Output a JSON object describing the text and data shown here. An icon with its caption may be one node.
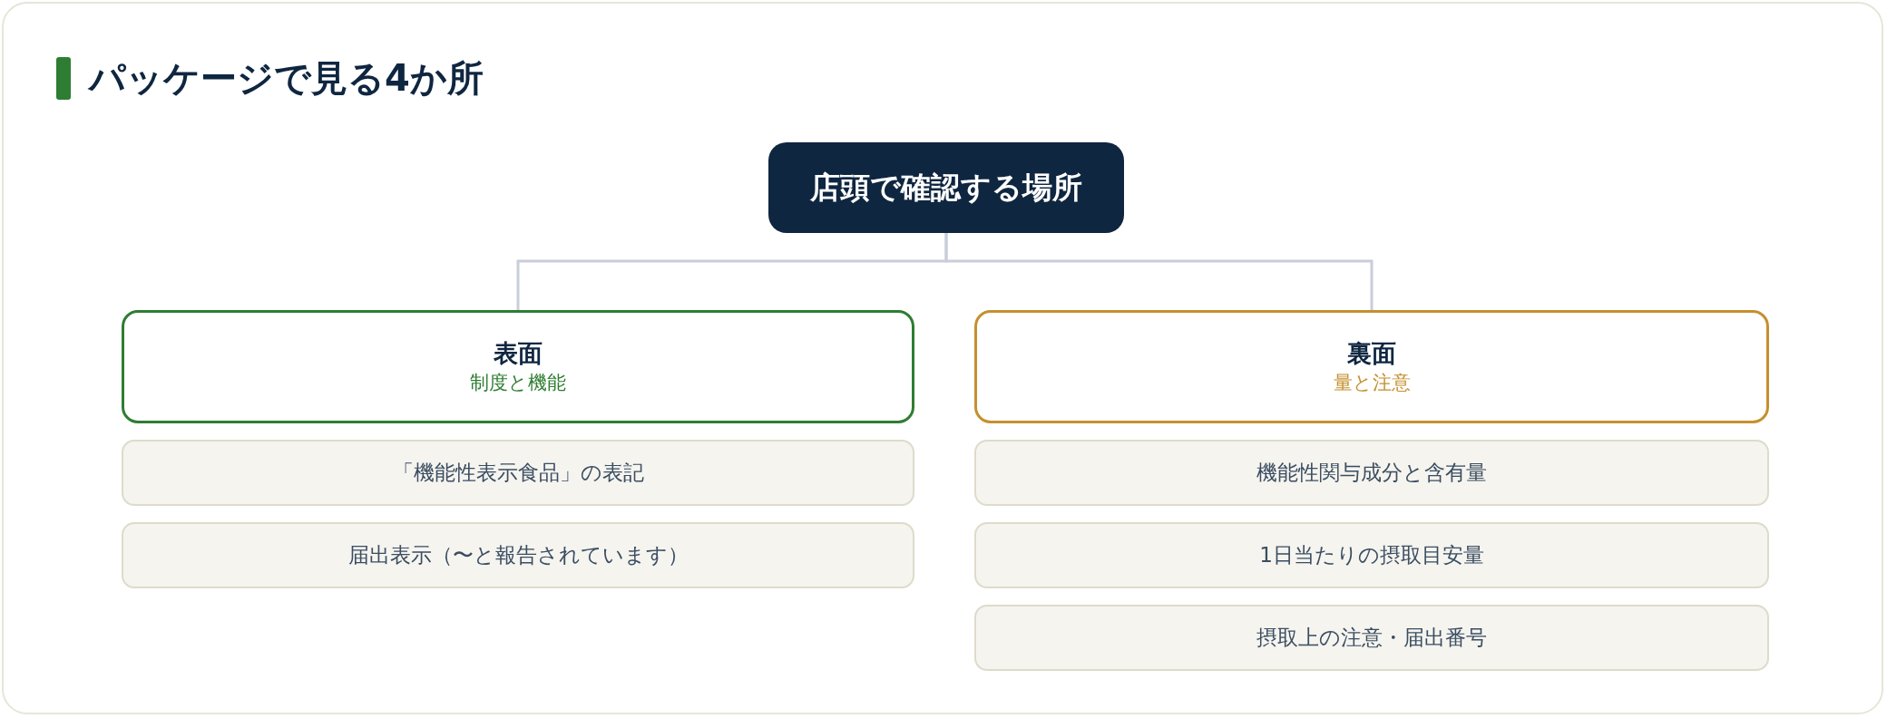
{
  "diagram": {
    "title": "パッケージで見る4か所",
    "nodes": [
      {
        "text": [
          "店頭で確認する場所"
        ]
      },
      {
        "text": [
          "表面",
          "制度と機能"
        ]
      },
      {
        "text": [
          "「機能性表示食品」の表記"
        ]
      },
      {
        "text": [
          "届出表示（〜と報告されています）"
        ]
      },
      {
        "text": [
          "裏面",
          "量と注意"
        ]
      },
      {
        "text": [
          "機能性関与成分と含有量"
        ]
      },
      {
        "text": [
          "1日当たりの摂取目安量"
        ]
      },
      {
        "text": [
          "摂取上の注意・届出番号"
        ]
      }
    ],
    "edges": [
      {
        "from": 0,
        "to": 1,
        "arrow": "none"
      },
      {
        "from": 0,
        "to": 4,
        "arrow": "none"
      }
    ]
  }
}
